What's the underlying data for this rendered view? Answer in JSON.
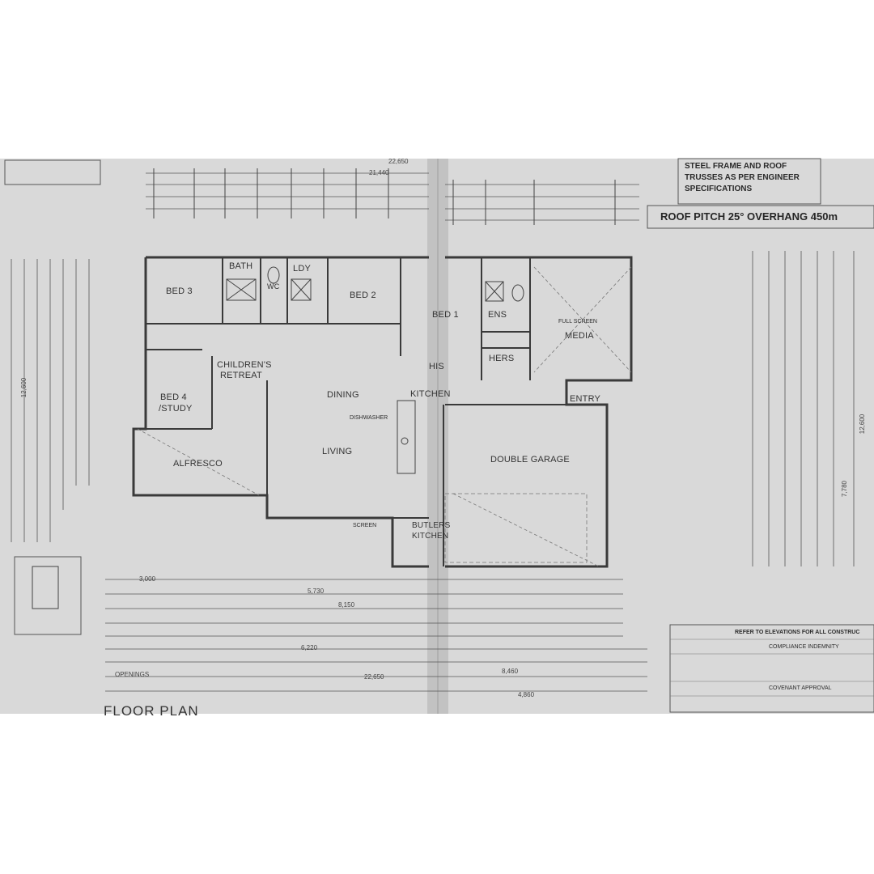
{
  "photo": {
    "rooms": {
      "bed3": "BED 3",
      "bath": "BATH",
      "wc": "WC",
      "ldy": "LDY",
      "bed2": "BED 2",
      "bed1": "BED 1",
      "ens": "ENS",
      "media": "MEDIA",
      "his": "HIS",
      "hers": "HERS",
      "childrens_retreat_1": "CHILDREN'S",
      "childrens_retreat_2": "RETREAT",
      "dining": "DINING",
      "kitchen": "KITCHEN",
      "entry": "ENTRY",
      "bed4_1": "BED 4",
      "bed4_2": "/STUDY",
      "living": "LIVING",
      "alfresco": "ALFRESCO",
      "double_garage": "DOUBLE GARAGE",
      "butlers_1": "BUTLERS",
      "butlers_2": "KITCHEN"
    },
    "notes": {
      "steel_frame": "STEEL FRAME AND ROOF TRUSSES AS PER ENGINEER SPECIFICATIONS",
      "roof_pitch": "ROOF PITCH 25° OVERHANG 450m",
      "floor_plan": "FLOOR PLAN",
      "refer_elevations": "REFER TO ELEVATIONS FOR ALL CONSTRUC",
      "compliance": "COMPLIANCE INDEMNITY",
      "covenant": "COVENANT APPROVAL",
      "full_screen": "FULL SCREEN",
      "dishwasher": "DISHWASHER",
      "screen": "SCREEN"
    },
    "dimensions": {
      "top_total": "22,650",
      "top_sub": "21,440",
      "bottom_total": "22,650",
      "openings": "OPENINGS",
      "bottom_a": "3,000",
      "bottom_b": "5,730",
      "bottom_c": "8,150",
      "bottom_d": "6,220",
      "bottom_e": "8,460",
      "bottom_f": "4,860",
      "right_a": "12,600",
      "right_b": "7,780",
      "left_a": "12,600"
    }
  }
}
